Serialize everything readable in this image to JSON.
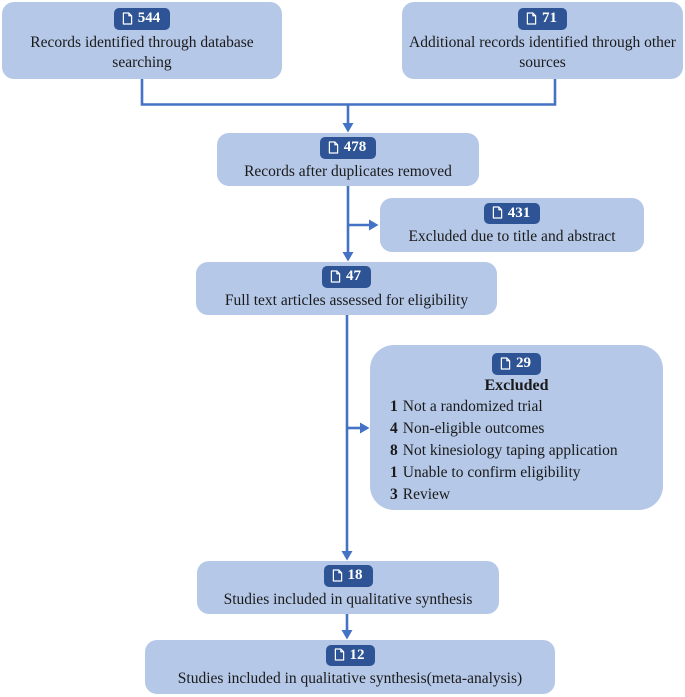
{
  "colors": {
    "box_fill": "#b5c8e8",
    "badge_fill": "#2e5496",
    "badge_text": "#ffffff",
    "connector": "#4472c4",
    "text": "#1a1a1a"
  },
  "diagram": {
    "type": "prisma-flow",
    "nodes": {
      "db_search": {
        "count": "544",
        "label": "Records identified through database searching"
      },
      "other_sources": {
        "count": "71",
        "label": "Additional records identified through other sources"
      },
      "after_duplicates": {
        "count": "478",
        "label": "Records after duplicates removed"
      },
      "excluded_title_abstract": {
        "count": "431",
        "label": "Excluded due to title and abstract"
      },
      "full_text_assessed": {
        "count": "47",
        "label": "Full text articles assessed for eligibility"
      },
      "excluded_full_text": {
        "count": "29",
        "title": "Excluded",
        "reasons": [
          {
            "n": "1",
            "text": "Not a randomized trial"
          },
          {
            "n": "4",
            "text": "Non-eligible outcomes"
          },
          {
            "n": "8",
            "text": "Not kinesiology taping application"
          },
          {
            "n": "1",
            "text": "Unable to confirm eligibility"
          },
          {
            "n": "3",
            "text": "Review"
          }
        ]
      },
      "qualitative_synthesis": {
        "count": "18",
        "label": "Studies included in qualitative synthesis"
      },
      "meta_analysis": {
        "count": "12",
        "label": "Studies included in qualitative synthesis(meta-analysis)"
      }
    }
  }
}
